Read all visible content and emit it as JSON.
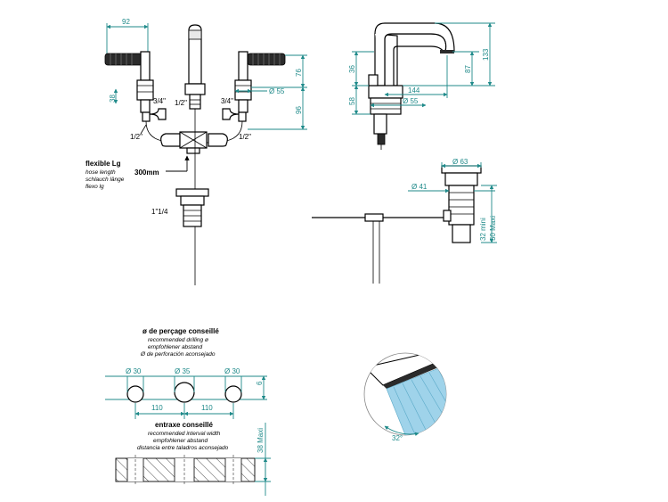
{
  "front_view": {
    "d_92": "92",
    "d_76": "76",
    "d_96": "96",
    "d_38": "38",
    "d_phi55": "Ø 55",
    "thread_3_4_left": "3/4\"",
    "thread_3_4_right": "3/4\"",
    "thread_1_2_center": "1/2\"",
    "thread_1_2_left": "1/2\"",
    "thread_1_2_right": "1/2\"",
    "waste_thread": "1\"1/4",
    "hose_title": "flexible Lg",
    "hose_en": "hose length",
    "hose_de": "schlauch länge",
    "hose_es": "flexo lg",
    "hose_len": "300mm"
  },
  "side_view": {
    "d_36": "36",
    "d_58": "58",
    "d_87": "87",
    "d_133": "133",
    "d_144": "144",
    "d_phi55": "Ø 55",
    "d_phi63": "Ø 63",
    "d_phi41": "Ø 41",
    "d_min": "32 mini",
    "d_max": "50 Maxi"
  },
  "drilling": {
    "title": "ø de perçage conseillé",
    "en": "recommended drilling ø",
    "de": "empfohlener abstand",
    "es": "Ø de perforación aconsejado",
    "phi_left": "Ø 30",
    "phi_mid": "Ø 35",
    "phi_right": "Ø 30",
    "spacing_left": "110",
    "spacing_right": "110",
    "d_6": "6",
    "d_38max": "38 Maxi"
  },
  "interval": {
    "title": "entraxe conseillé",
    "en": "recommended interval width",
    "de": "empfohlener abstand",
    "es": "distancia entre taladros aconsejado"
  },
  "spray": {
    "angle": "32°"
  },
  "colors": {
    "dimension": "#1f8a8a",
    "spray": "#9fd3ea"
  }
}
